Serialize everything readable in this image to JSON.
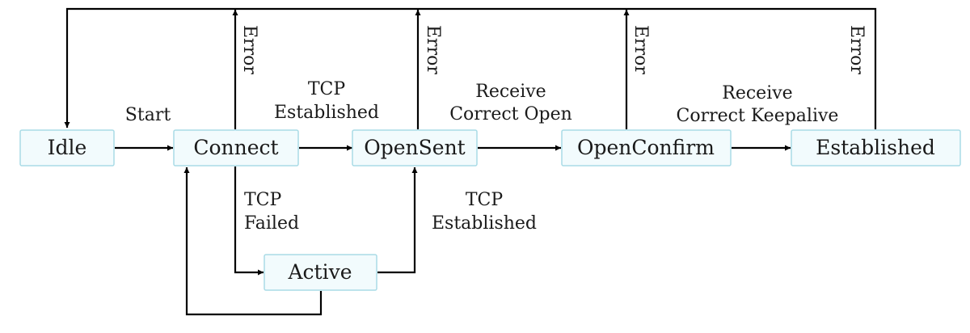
{
  "states": {
    "idle": "Idle",
    "connect": "Connect",
    "opensent": "OpenSent",
    "openconfirm": "OpenConfirm",
    "established": "Established",
    "active": "Active"
  },
  "transitions": {
    "start": "Start",
    "tcp_established_1": [
      "TCP",
      "Established"
    ],
    "receive_open": [
      "Receive",
      "Correct Open"
    ],
    "receive_keepalive": [
      "Receive",
      "Correct Keepalive"
    ],
    "tcp_failed": [
      "TCP",
      "Failed"
    ],
    "tcp_established_2": [
      "TCP",
      "Established"
    ],
    "error": "Error"
  },
  "colors": {
    "box_fill": "#f2fbfd",
    "box_stroke": "#a9dbe6",
    "arrow": "#000000"
  }
}
